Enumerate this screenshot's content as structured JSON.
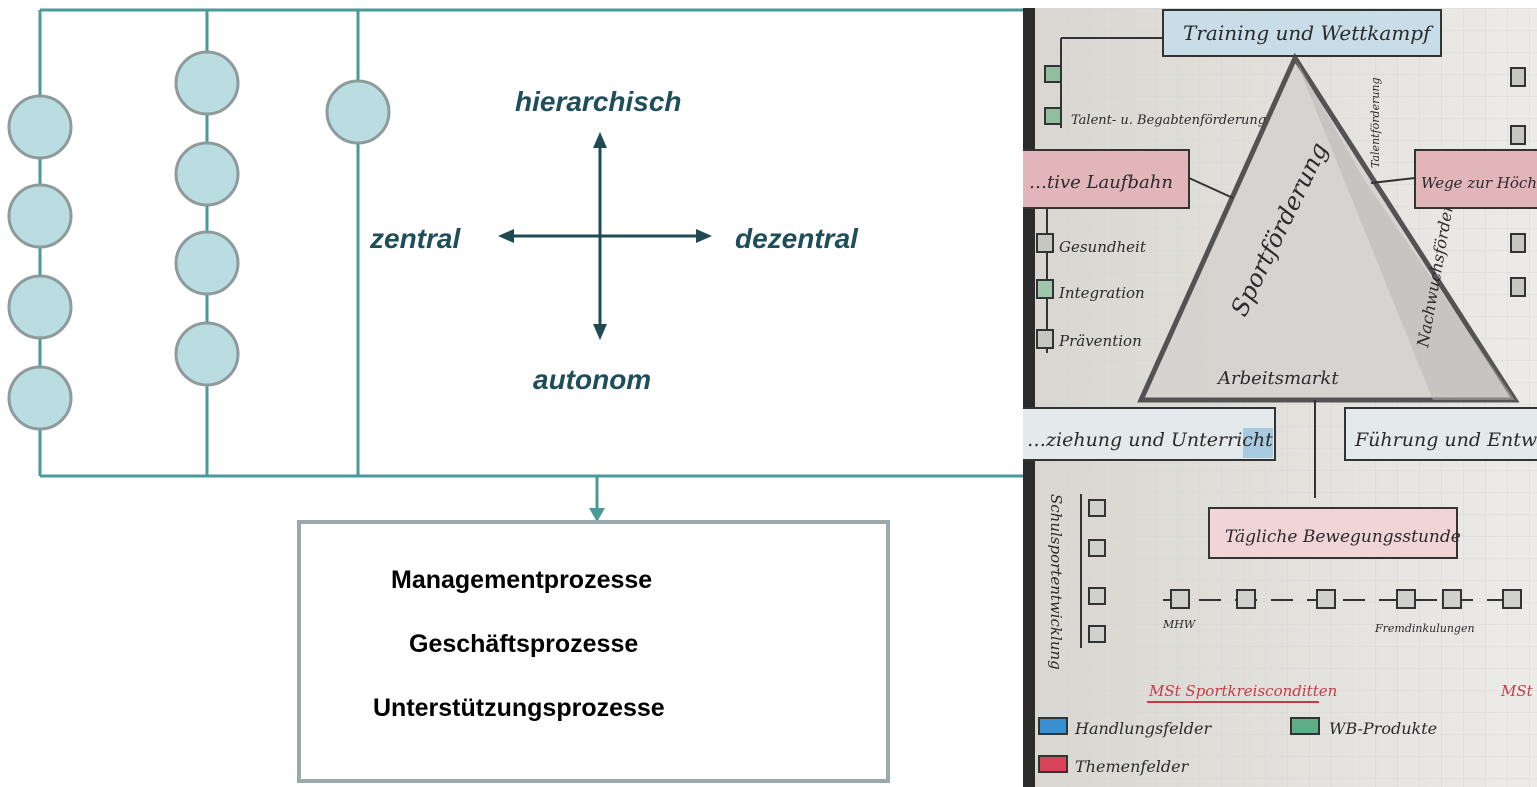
{
  "axes": {
    "top": "hierarchisch",
    "left": "zentral",
    "right": "dezentral",
    "bottom": "autonom"
  },
  "processes": [
    "Managementprozesse",
    "Geschäftsprozesse",
    "Unterstützungsprozesse"
  ],
  "photo": {
    "top_box": "Training und Wettkampf",
    "left_red_box": "…tive Laufbahn",
    "right_red_box": "Wege zur Höchst…",
    "center_left_text": "Sportförderung",
    "center_right_text": "Nachwuchsförderung",
    "triangle_base_text": "Arbeitsmarkt",
    "vertical_text_top": "Talentförderung",
    "talent_item": "Talent- u. Begabtenförderung",
    "left_items": [
      "Gesundheit",
      "Integration",
      "Prävention"
    ],
    "left_blue_box": "…ziehung und Unterricht",
    "right_blue_box": "Führung und Entw…",
    "center_red_box": "Tägliche Bewegungsstunde",
    "vertical_left": "Schulsportentwicklung",
    "bottom_row_left": "MHW",
    "bottom_row_right": "Fremdinkulungen",
    "red_heading": "MSt Sportkreisconditten",
    "red_heading_right": "MSt",
    "legend": [
      {
        "label": "Handlungsfelder",
        "color": "#3a8fd0"
      },
      {
        "label": "WB-Produkte",
        "color": "#5fae8a"
      },
      {
        "label": "Themenfelder",
        "color": "#d9445a"
      }
    ]
  },
  "colors": {
    "teal": "#4a9a9a",
    "circle_fill": "#b9dde0",
    "circle_stroke": "#8e9a9c",
    "arrow": "#1f4a52",
    "text_dark": "#1f4e5b"
  }
}
